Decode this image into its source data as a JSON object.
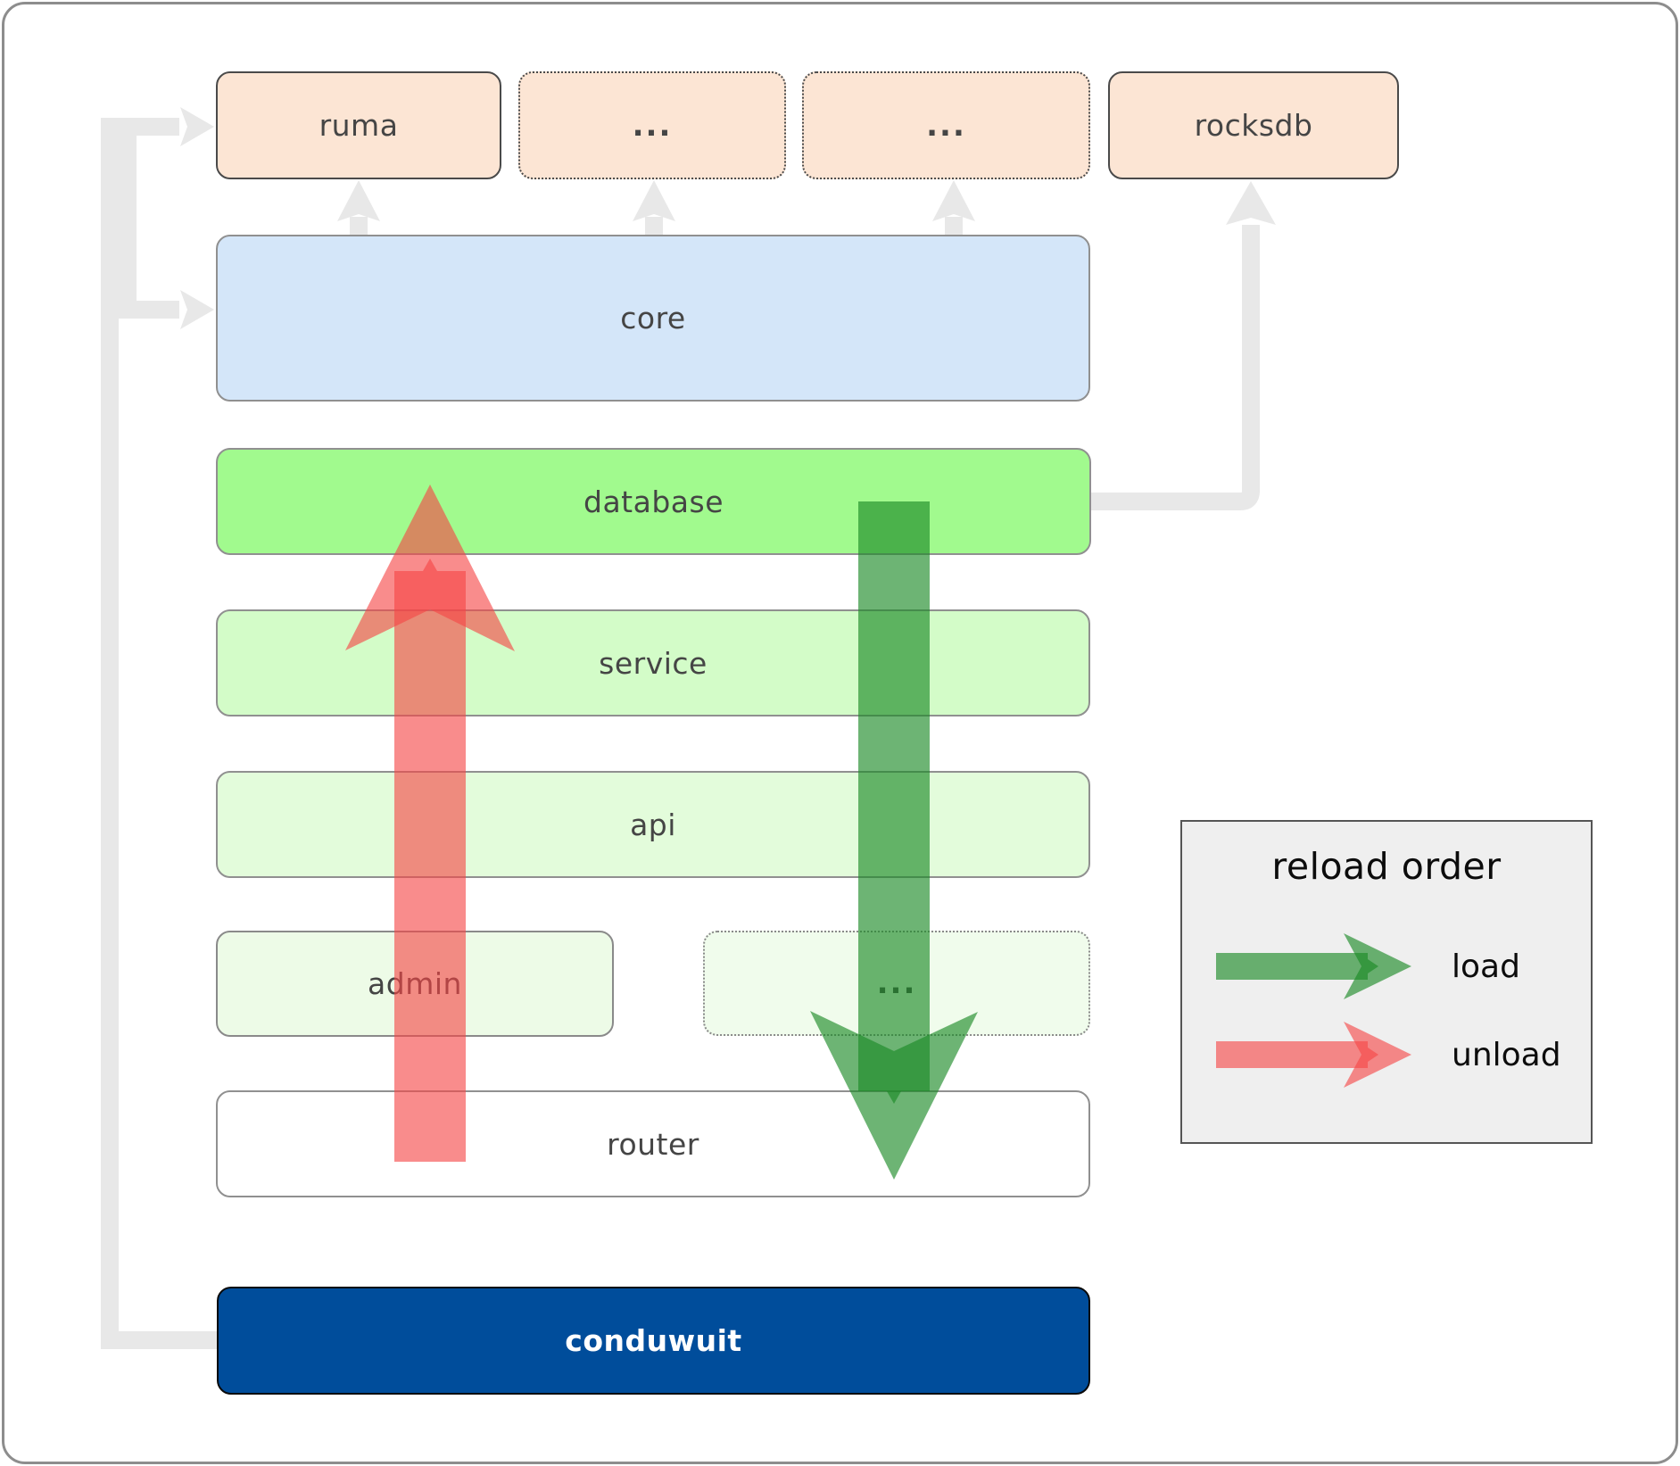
{
  "boxes": {
    "ruma": "ruma",
    "top_ellipsis_1": "...",
    "top_ellipsis_2": "...",
    "rocksdb": "rocksdb",
    "core": "core",
    "database": "database",
    "service": "service",
    "api": "api",
    "admin": "admin",
    "bottom_ellipsis": "...",
    "router": "router",
    "conduwuit": "conduwuit"
  },
  "legend": {
    "title": "reload order",
    "items": [
      {
        "label": "load",
        "color": "rgba(27,138,38,0.64)"
      },
      {
        "label": "unload",
        "color": "rgba(245,70,70,0.62)"
      }
    ]
  },
  "colors": {
    "load_arrow": "rgba(27,138,38,0.64)",
    "unload_arrow": "rgba(245,70,70,0.62)",
    "connector": "#e8e8e8",
    "box_fills": {
      "ruma": "#fce5d4",
      "rocksdb": "#fce5d4",
      "core": "#d4e6f9",
      "database": "#a1fa8e",
      "service": "#d3fcc8",
      "api": "#e3fcdb",
      "admin": "#edfbe7",
      "bottom_ellipsis": "#f0fcec",
      "router": "#ffffff",
      "conduwuit": "#004d9b"
    }
  }
}
